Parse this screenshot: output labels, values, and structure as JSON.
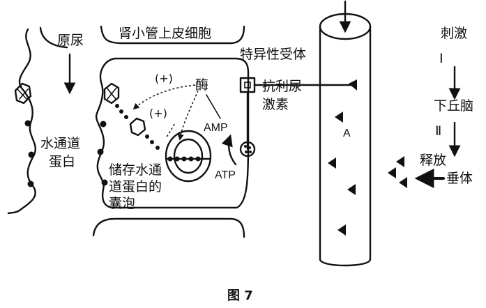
{
  "labels": {
    "urine": "原尿",
    "tubule_cell": "肾小管上皮细胞",
    "specific_receptor": "特异性受体",
    "adh_line1": "抗利尿",
    "adh_line2": "激素",
    "enzyme": "酶",
    "plus_1": "(+)",
    "plus_2": "(+)",
    "amp": "AMP",
    "atp": "ATP",
    "aquaporin_line1": "水通道",
    "aquaporin_line2": "蛋白",
    "vesicle_line1": "储存水通",
    "vesicle_line2": "道蛋白的",
    "vesicle_line3": "囊泡",
    "region_a": "A",
    "stimulus": "刺激",
    "step_1": "Ⅰ",
    "hypothalamus": "下丘脑",
    "step_2": "Ⅱ",
    "release": "释放",
    "pituitary": "垂体",
    "caption": "图 7"
  }
}
